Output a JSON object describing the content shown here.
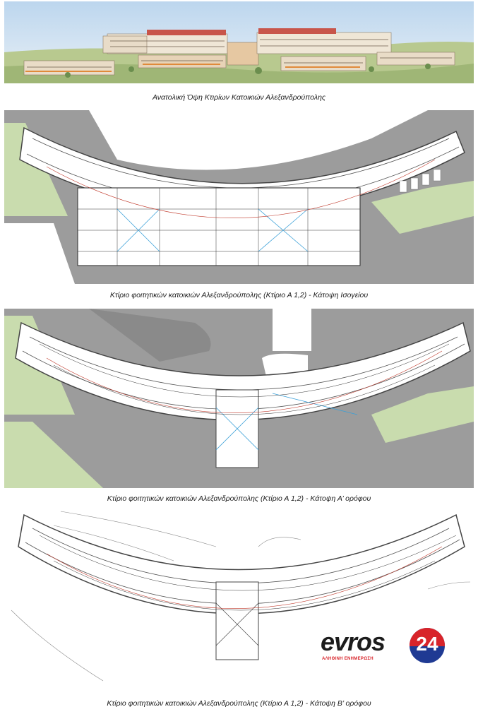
{
  "captions": {
    "elevation": "Ανατολική Όψη Κτιρίων Κατοικιών Αλεξανδρούπολης",
    "ground_floor": "Κτίριο φοιτητικών κατοικιών Αλεξανδρούπολης (Κτίριο Α 1,2) - Κάτοψη Ισογείου",
    "first_floor": "Κτίριο φοιτητικών κατοικιών Αλεξανδρούπολης (Κτίριο Α 1,2) - Κάτοψη Α’ ορόφου",
    "second_floor": "Κτίριο φοιτητικών κατοικιών Αλεξανδρούπολης (Κτίριο Α 1,2) - Κάτοψη Β’ ορόφου"
  },
  "watermark": {
    "word": "evros",
    "number": "24",
    "tagline": "ΑΛΗΘΙΝΗ ΕΝΗΜΕΡΩΣΗ"
  },
  "colors": {
    "sky": "#cfe0ef",
    "grass": "#c9dcae",
    "road": "#9c9c9c",
    "plan_line": "#444444",
    "plan_accent_red": "#c0392b",
    "plan_accent_blue": "#3aa0d8",
    "logo_red": "#d8242a",
    "logo_blue": "#1f3a93"
  }
}
